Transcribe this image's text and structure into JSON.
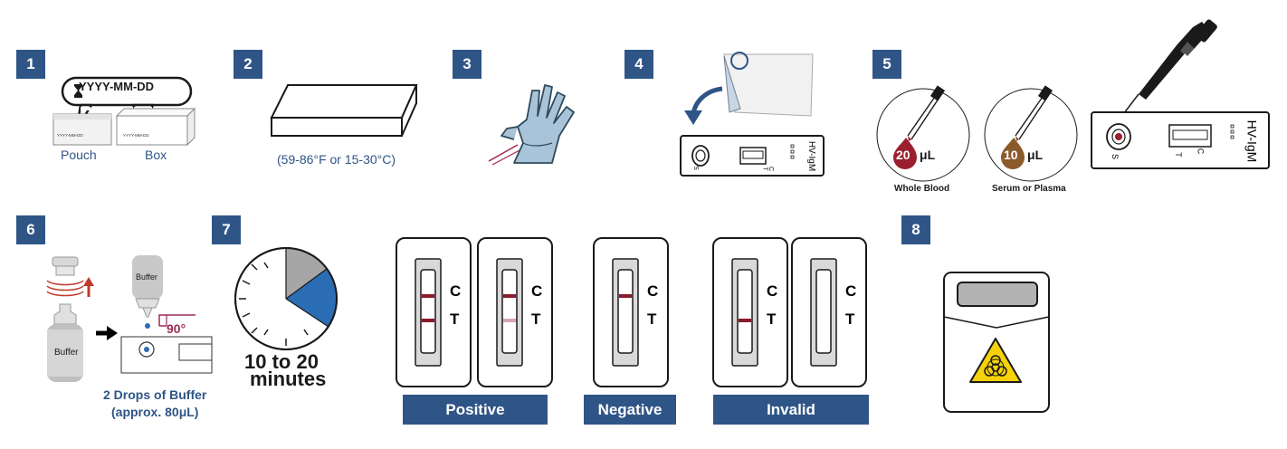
{
  "steps": {
    "s1": {
      "number": "1",
      "date_format": "YYYY-MM-DD",
      "date_small": "YYYY-MM-DD",
      "labels": [
        "Pouch",
        "Box"
      ]
    },
    "s2": {
      "number": "2",
      "temperature": "(59-86°F or 15-30°C)"
    },
    "s3": {
      "number": "3"
    },
    "s4": {
      "number": "4",
      "cassette": {
        "name": "HV-IgM",
        "c": "C",
        "t": "T",
        "s": "S"
      }
    },
    "s5": {
      "number": "5",
      "whole_blood": {
        "volume": "20",
        "unit": "μL",
        "label": "Whole Blood"
      },
      "serum_plasma": {
        "volume": "10",
        "unit": "μL",
        "label": "Serum or Plasma"
      },
      "cassette": {
        "name": "HV-IgM",
        "c": "C",
        "t": "T",
        "s": "S"
      }
    },
    "s6": {
      "number": "6",
      "bottle_label": "Buffer",
      "angle": "90°",
      "caption_line1": "2 Drops of Buffer",
      "caption_line2": "(approx. 80μL)"
    },
    "s7": {
      "number": "7",
      "time_line1": "10 to 20",
      "time_line2": "minutes"
    },
    "s8": {
      "number": "8"
    }
  },
  "results": {
    "c_label": "C",
    "t_label": "T",
    "positive": "Positive",
    "negative": "Negative",
    "invalid": "Invalid"
  },
  "colors": {
    "accent": "#2f5587",
    "line_red": "#8b1a2b",
    "line_faint": "#d9a6ae",
    "clock_gray": "#a6a6a6",
    "clock_blue": "#2a6db5",
    "blood": "#9c1f2f",
    "serum": "#8a5a2b",
    "maroon": "#9a2c5a",
    "biohazard": "#f5d20a"
  }
}
